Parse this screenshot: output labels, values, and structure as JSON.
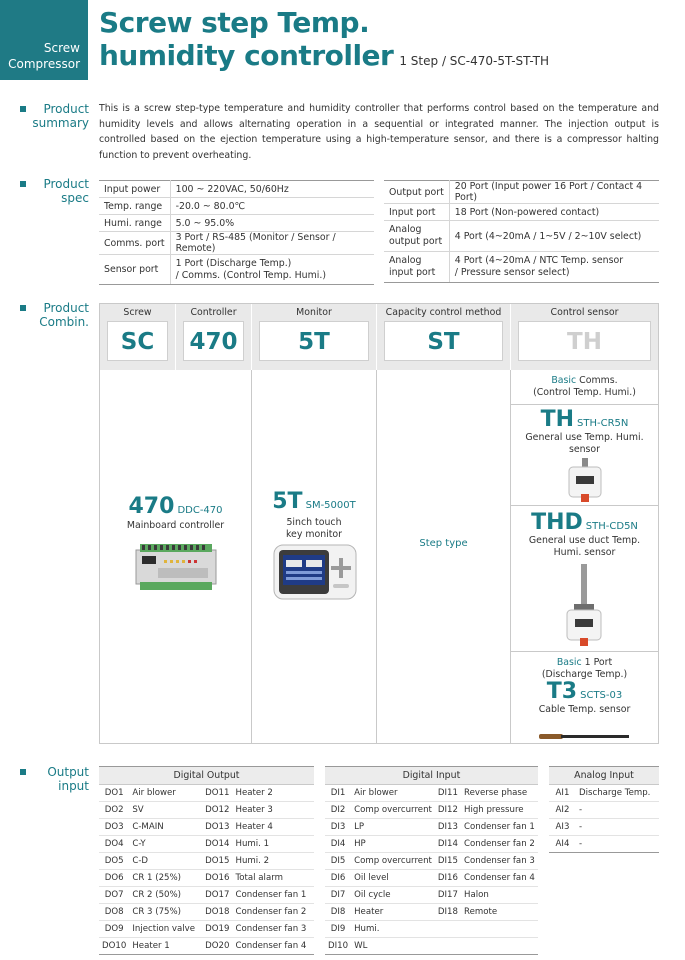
{
  "header": {
    "tag_line1": "Screw",
    "tag_line2": "Compressor",
    "title_line1": "Screw step Temp.",
    "title_line2": "humidity controller",
    "subtitle": "1 Step / SC-470-5T-ST-TH"
  },
  "summary": {
    "label_line1": "Product",
    "label_line2": "summary",
    "text": "This is a screw step-type temperature and humidity controller that performs control based on the temperature and humidity levels and allows alternating operation in a sequential or integrated manner. The injection output is controlled based on the ejection temperature using a high-temperature sensor, and there is a compressor halting function to prevent overheating."
  },
  "spec": {
    "label_line1": "Product",
    "label_line2": "spec",
    "left": [
      {
        "k": "Input power",
        "v": "100 ~ 220VAC, 50/60Hz"
      },
      {
        "k": "Temp. range",
        "v": "-20.0 ~ 80.0℃"
      },
      {
        "k": "Humi. range",
        "v": "5.0 ~ 95.0%"
      },
      {
        "k": "Comms. port",
        "v": "3 Port / RS-485 (Monitor / Sensor / Remote)"
      },
      {
        "k": "Sensor port",
        "v1": "1 Port (Discharge Temp.)",
        "v2": "/ Comms. (Control Temp. Humi.)"
      }
    ],
    "right": [
      {
        "k": "Output port",
        "v": "20 Port (Input power 16 Port / Contact 4 Port)"
      },
      {
        "k": "Input port",
        "v": "18 Port (Non-powered contact)"
      },
      {
        "k1": "Analog",
        "k2": "output port",
        "v": "4 Port (4~20mA / 1~5V / 2~10V select)"
      },
      {
        "k1": "Analog",
        "k2": "input port",
        "v1": "4 Port (4~20mA / NTC Temp. sensor",
        "v2": "/ Pressure sensor select)"
      }
    ]
  },
  "combo": {
    "label_line1": "Product",
    "label_line2": "Combin.",
    "columns": [
      {
        "head": "Screw",
        "code": "SC"
      },
      {
        "head": "Controller",
        "code": "470"
      },
      {
        "head": "Monitor",
        "code": "5T"
      },
      {
        "head": "Capacity control method",
        "code": "ST"
      },
      {
        "head": "Control sensor",
        "code": "TH"
      }
    ],
    "controller": {
      "big": "470",
      "model": "DDC-470",
      "desc": "Mainboard controller"
    },
    "monitor": {
      "big": "5T",
      "model": "SM-5000T",
      "desc1": "5inch touch",
      "desc2": "key monitor"
    },
    "method": {
      "desc": "Step type"
    },
    "sensor_basic": {
      "basic": "Basic",
      "rest": " Comms.",
      "line2": "(Control Temp. Humi.)"
    },
    "sensor_th": {
      "big": "TH",
      "model": "STH-CR5N",
      "desc": "General use Temp. Humi. sensor"
    },
    "sensor_thd": {
      "big": "THD",
      "model": "STH-CD5N",
      "desc1": "General use duct Temp.",
      "desc2": "Humi. sensor"
    },
    "sensor_t3": {
      "basic": "Basic",
      "rest": " 1 Port",
      "line2": "(Discharge Temp.)",
      "big": "T3",
      "model": "SCTS-03",
      "desc": "Cable Temp. sensor"
    }
  },
  "io": {
    "label_line1": "Output",
    "label_line2": "input",
    "digital_output": {
      "title": "Digital Output",
      "rows": [
        [
          "DO1",
          "Air blower",
          "DO11",
          "Heater 2"
        ],
        [
          "DO2",
          "SV",
          "DO12",
          "Heater 3"
        ],
        [
          "DO3",
          "C-MAIN",
          "DO13",
          "Heater 4"
        ],
        [
          "DO4",
          "C-Y",
          "DO14",
          "Humi. 1"
        ],
        [
          "DO5",
          "C-D",
          "DO15",
          "Humi. 2"
        ],
        [
          "DO6",
          "CR 1 (25%)",
          "DO16",
          "Total alarm"
        ],
        [
          "DO7",
          "CR 2 (50%)",
          "DO17",
          "Condenser fan 1"
        ],
        [
          "DO8",
          "CR 3 (75%)",
          "DO18",
          "Condenser fan 2"
        ],
        [
          "DO9",
          "Injection valve",
          "DO19",
          "Condenser fan 3"
        ],
        [
          "DO10",
          "Heater 1",
          "DO20",
          "Condenser fan 4"
        ]
      ]
    },
    "digital_input": {
      "title": "Digital Input",
      "rows": [
        [
          "DI1",
          "Air blower",
          "DI11",
          "Reverse phase"
        ],
        [
          "DI2",
          "Comp overcurrent",
          "DI12",
          "High pressure"
        ],
        [
          "DI3",
          "LP",
          "DI13",
          "Condenser fan 1"
        ],
        [
          "DI4",
          "HP",
          "DI14",
          "Condenser fan 2"
        ],
        [
          "DI5",
          "Comp overcurrent",
          "DI15",
          "Condenser fan 3"
        ],
        [
          "DI6",
          "Oil level",
          "DI16",
          "Condenser fan 4"
        ],
        [
          "DI7",
          "Oil cycle",
          "DI17",
          "Halon"
        ],
        [
          "DI8",
          "Heater",
          "DI18",
          "Remote"
        ],
        [
          "DI9",
          "Humi.",
          "",
          ""
        ],
        [
          "DI10",
          "WL",
          "",
          ""
        ]
      ]
    },
    "analog_input": {
      "title": "Analog Input",
      "rows": [
        [
          "AI1",
          "Discharge Temp."
        ],
        [
          "AI2",
          "-"
        ],
        [
          "AI3",
          "-"
        ],
        [
          "AI4",
          "-"
        ]
      ]
    }
  }
}
